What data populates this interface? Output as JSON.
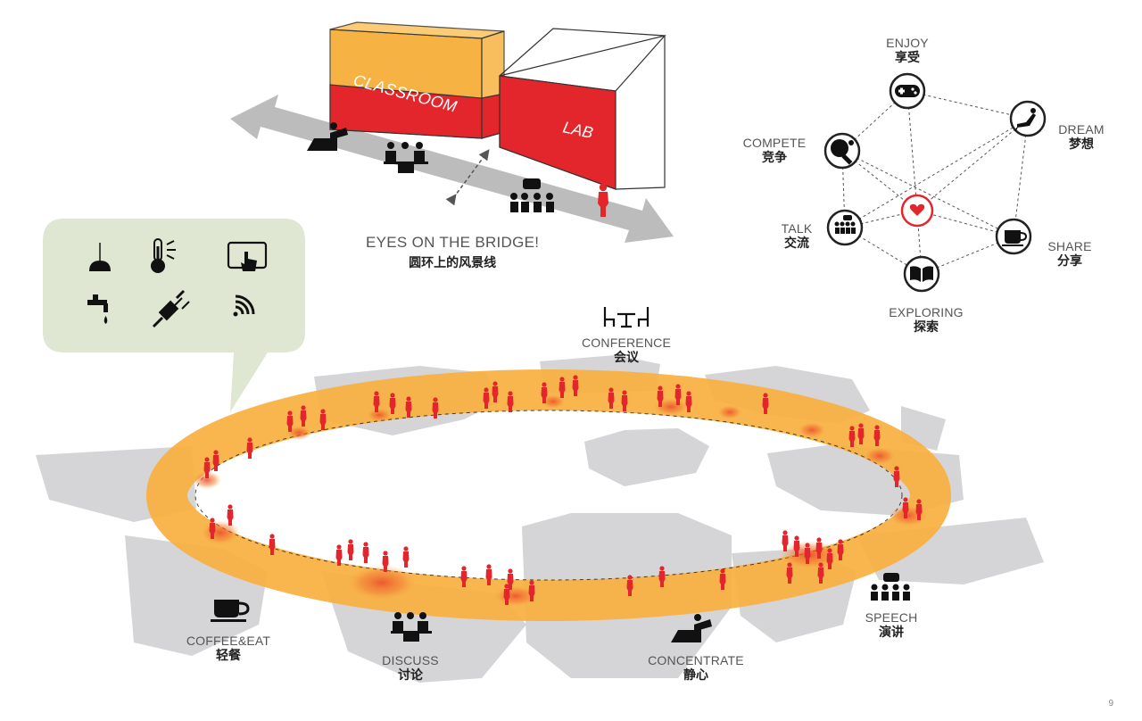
{
  "bridge": {
    "classroom_label": "CLASSROOM",
    "lab_label": "LAB",
    "caption_en": "EYES ON THE BRIDGE!",
    "caption_cn": "圆环上的风景线"
  },
  "network": {
    "enjoy_en": "ENJOY",
    "enjoy_cn": "享受",
    "dream_en": "DREAM",
    "dream_cn": "梦想",
    "compete_en": "COMPETE",
    "compete_cn": "竞争",
    "talk_en": "TALK",
    "talk_cn": "交流",
    "share_en": "SHARE",
    "share_cn": "分享",
    "exploring_en": "EXPLORING",
    "exploring_cn": "探索",
    "center_icon": "heart-icon"
  },
  "bubble": {
    "icons": [
      "pendant-lamp-icon",
      "thermometer-icon",
      "tablet-touch-icon",
      "water-tap-icon",
      "power-plug-icon",
      "wifi-icon"
    ]
  },
  "ring": {
    "conference_en": "CONFERENCE",
    "conference_cn": "会议",
    "coffee_en": "COFFEE&EAT",
    "coffee_cn": "轻餐",
    "discuss_en": "DISCUSS",
    "discuss_cn": "讨论",
    "concentrate_en": "CONCENTRATE",
    "concentrate_cn": "静心",
    "speech_en": "SPEECH",
    "speech_cn": "演讲"
  },
  "colors": {
    "accent_red": "#e3262b",
    "ring_orange": "#f8b040",
    "building_gray": "#d5d5d7",
    "bubble_green": "#dfe7d3"
  },
  "page_number": "9"
}
